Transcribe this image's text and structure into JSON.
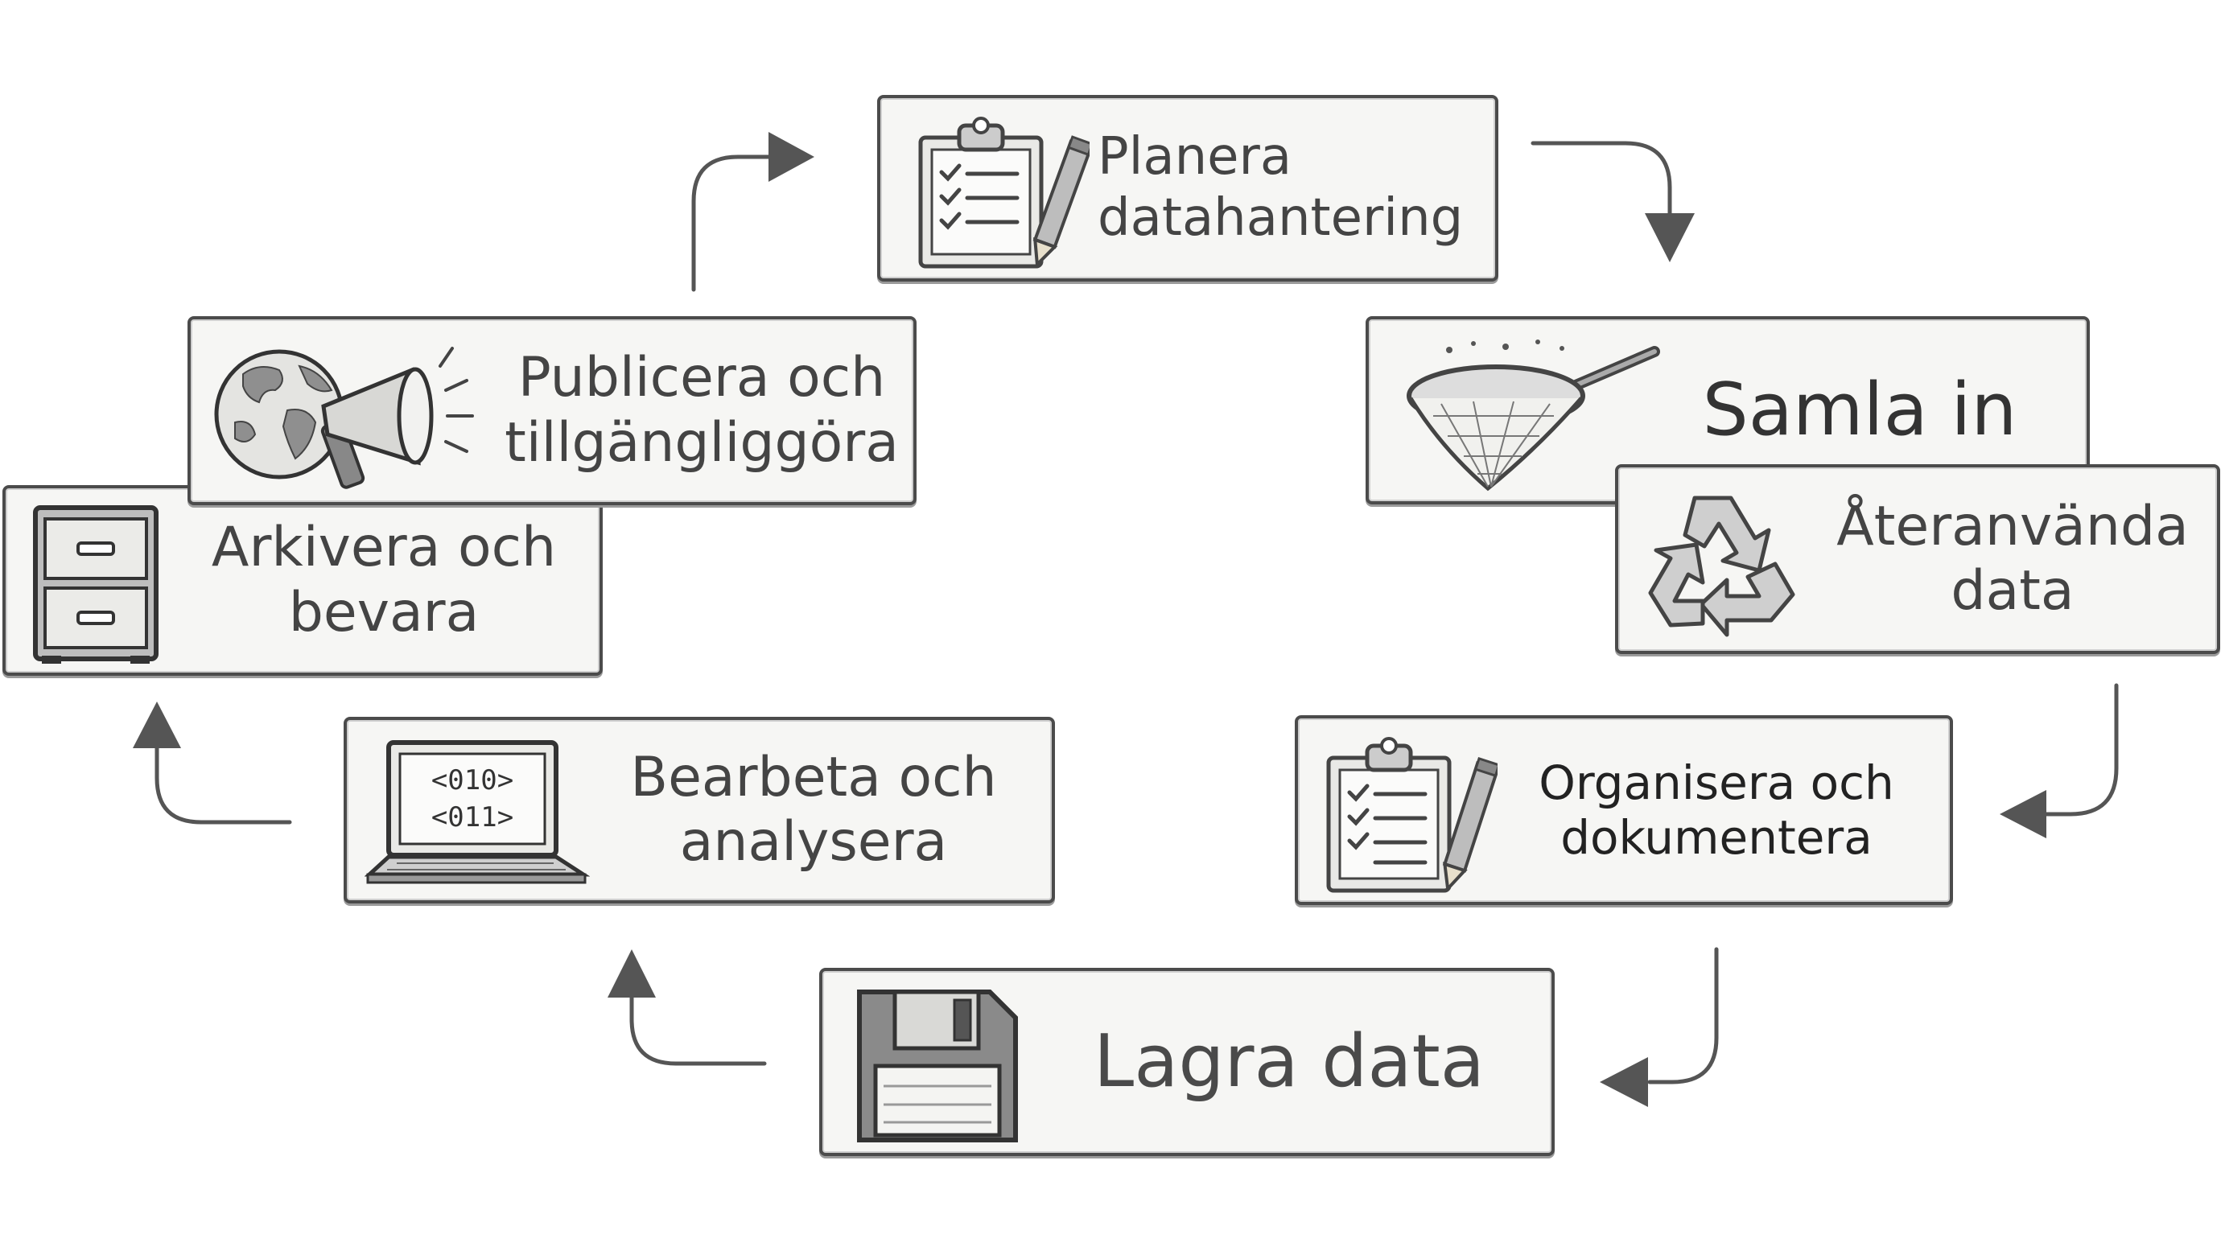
{
  "diagram": {
    "steps": [
      {
        "id": "plan",
        "label": "Planera datahantering",
        "icon": "clipboard-pencil-icon"
      },
      {
        "id": "samla",
        "label": "Samla in",
        "icon": "net-icon"
      },
      {
        "id": "reuse",
        "label": "Återanvända data",
        "icon": "recycle-icon"
      },
      {
        "id": "org",
        "label": "Organisera och dokumentera",
        "icon": "clipboard-pencil-icon"
      },
      {
        "id": "lagra",
        "label": "Lagra data",
        "icon": "floppy-disk-icon"
      },
      {
        "id": "bearb",
        "label": "Bearbeta och analysera",
        "icon": "laptop-icon"
      },
      {
        "id": "arkiv",
        "label": "Arkivera och bevara",
        "icon": "filing-cabinet-icon"
      },
      {
        "id": "publ",
        "label": "Publicera och tillgängliggöra",
        "icon": "globe-megaphone-icon"
      }
    ],
    "laptop_code": [
      "<010>",
      "<011>"
    ],
    "colors": {
      "ink": "#4b4b4b",
      "fill": "#f6f6f4",
      "arrow": "#555555"
    }
  }
}
